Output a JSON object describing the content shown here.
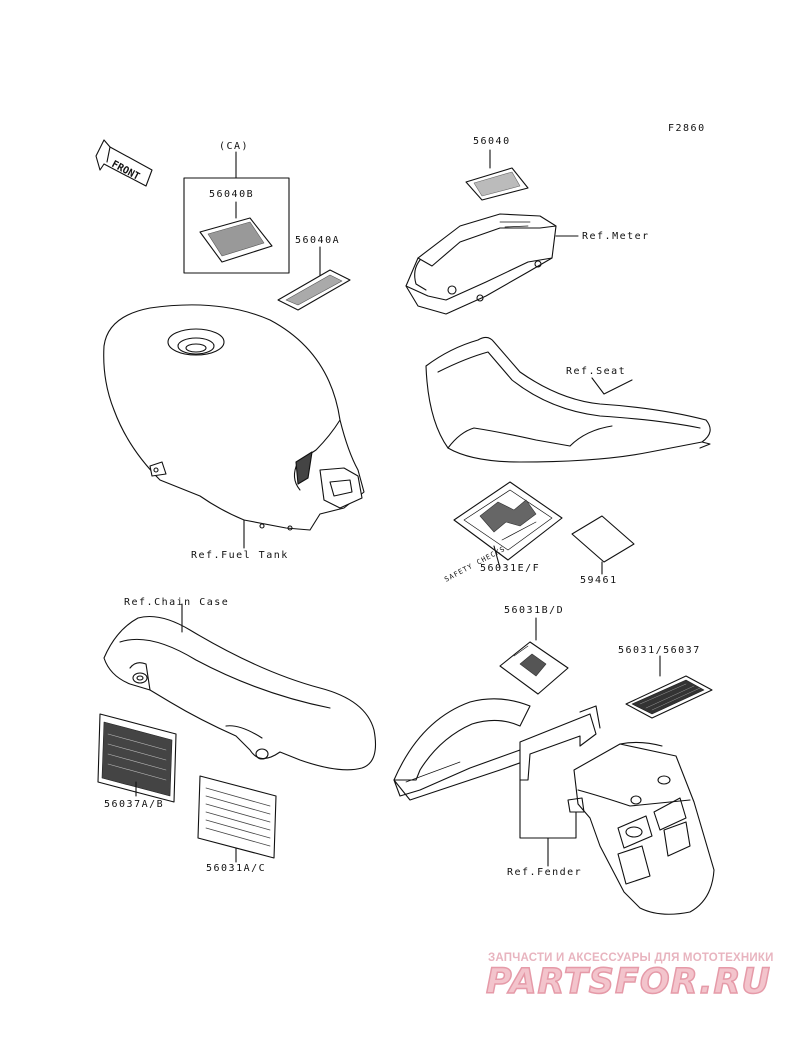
{
  "figure_code": "F2860",
  "front_arrow": "FRONT",
  "labels": {
    "ca": "(CA)",
    "p56040b": "56040B",
    "p56040a": "56040A",
    "p56040": "56040",
    "ref_meter": "Ref.Meter",
    "ref_seat": "Ref.Seat",
    "ref_fuel_tank": "Ref.Fuel Tank",
    "p56031ef": "56031E/F",
    "p59461": "59461",
    "ref_chain_case": "Ref.Chain Case",
    "p56031bd": "56031B/D",
    "p56031_56037": "56031/56037",
    "p56037ab": "56037A/B",
    "p56031ac": "56031A/C",
    "ref_fender": "Ref.Fender"
  },
  "watermark": {
    "tagline": "ЗАПЧАСТИ И АКСЕССУАРЫ ДЛЯ МОТОТЕХНИКИ",
    "logo": "PARTSFOR.RU"
  },
  "colors": {
    "line": "#111111",
    "watermark": "#e59aa8"
  }
}
